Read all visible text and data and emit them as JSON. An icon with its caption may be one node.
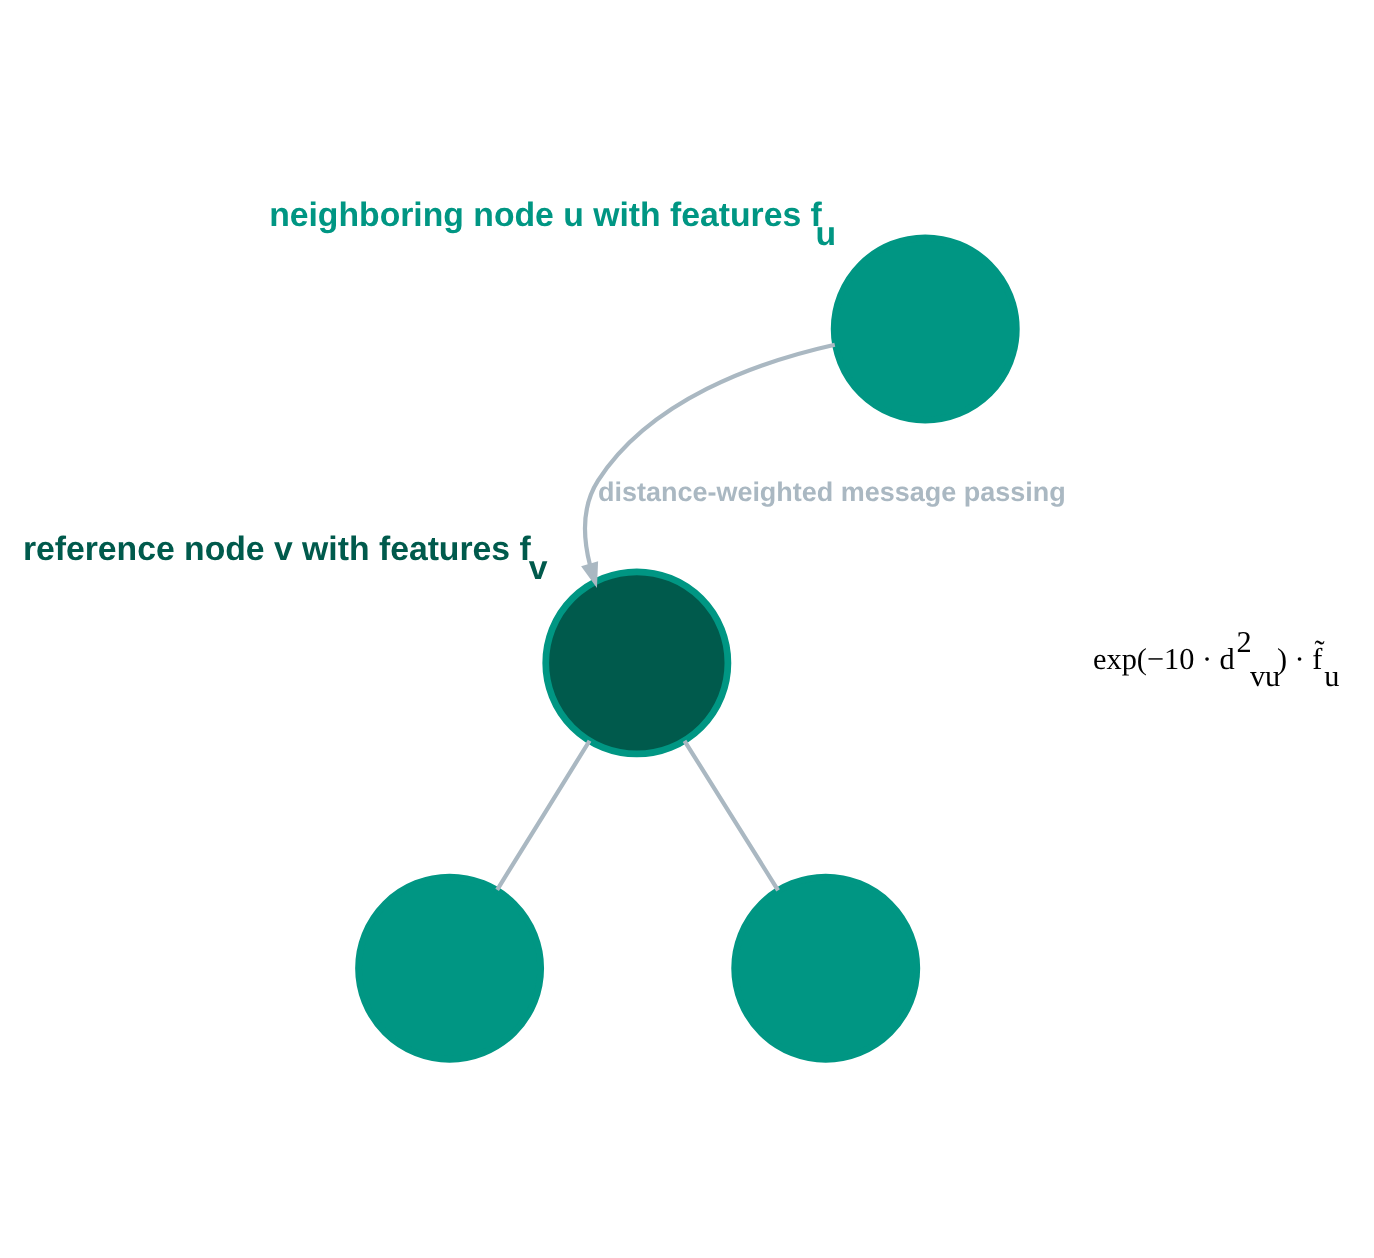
{
  "diagram": {
    "nodes": [
      {
        "text": [],
        "shape": "circle",
        "beside": [
          "neighboring node u with features f$_{u}$"
        ]
      },
      {
        "text": [],
        "shape": "circle",
        "beside": [
          "reference node v with features f$_{v}$"
        ]
      },
      {
        "text": [],
        "shape": "circle"
      },
      {
        "text": [],
        "shape": "circle"
      }
    ],
    "edges": [
      {
        "from": 0,
        "to": 1,
        "arrow": "to",
        "label": "distance-weighted message passing"
      },
      {
        "from": 1,
        "to": 2,
        "arrow": "none"
      },
      {
        "from": 1,
        "to": 3,
        "arrow": "none"
      }
    ],
    "labels": [
      "exp(−10 · d$^{2}$$_{vu}$) · f̃$_{u}$"
    ]
  }
}
